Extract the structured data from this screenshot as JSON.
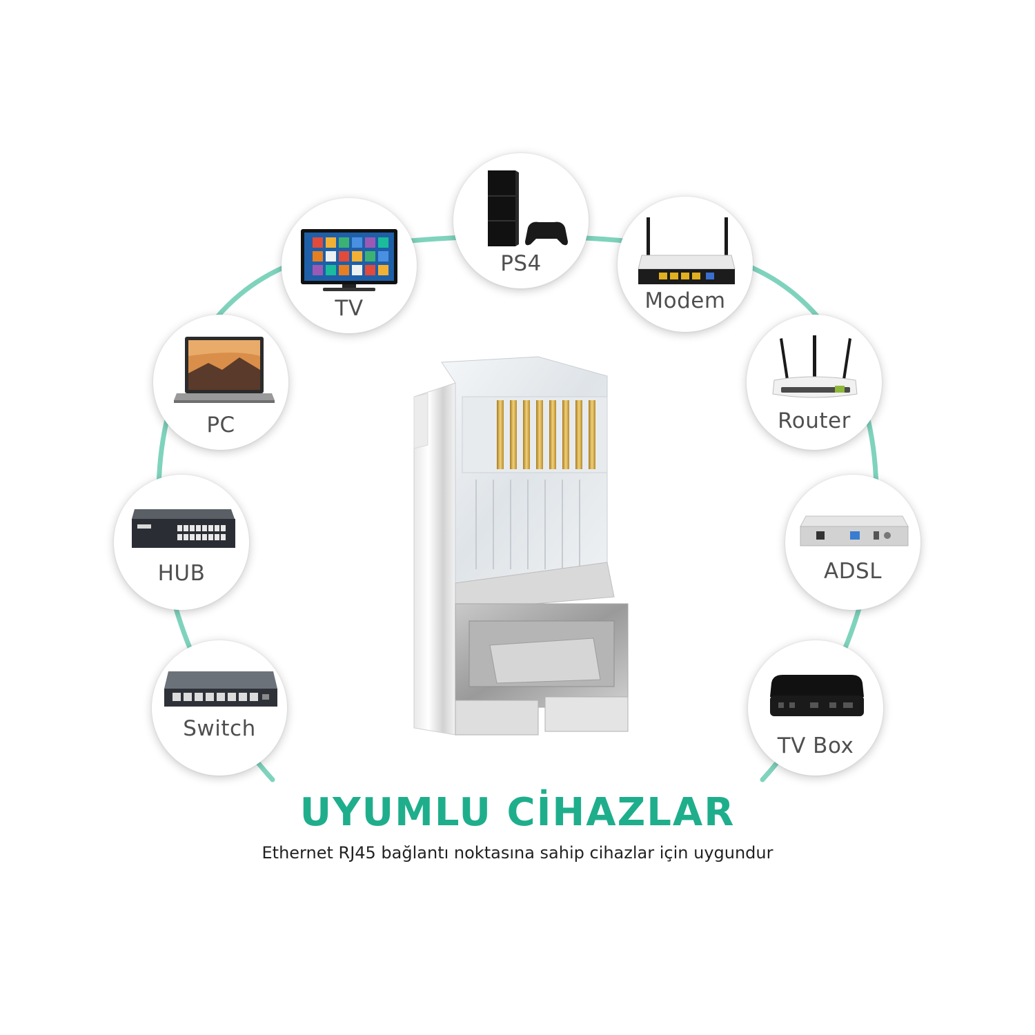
{
  "colors": {
    "accent": "#1fae8c",
    "arc": "#7fd3bd",
    "label_text": "#4f4f4f",
    "body_text": "#222222"
  },
  "devices": [
    {
      "label": "TV",
      "icon": "tv-icon"
    },
    {
      "label": "PS4",
      "icon": "ps4-console-icon"
    },
    {
      "label": "Modem",
      "icon": "modem-icon"
    },
    {
      "label": "PC",
      "icon": "laptop-icon"
    },
    {
      "label": "Router",
      "icon": "router-icon"
    },
    {
      "label": "HUB",
      "icon": "hub-icon"
    },
    {
      "label": "ADSL",
      "icon": "adsl-modem-icon"
    },
    {
      "label": "Switch",
      "icon": "network-switch-icon"
    },
    {
      "label": "TV Box",
      "icon": "tv-box-icon"
    }
  ],
  "product": {
    "icon": "rj45-connector-icon"
  },
  "heading": "UYUMLU CİHAZLAR",
  "subheading": "Ethernet RJ45 bağlantı noktasına sahip cihazlar için uygundur"
}
